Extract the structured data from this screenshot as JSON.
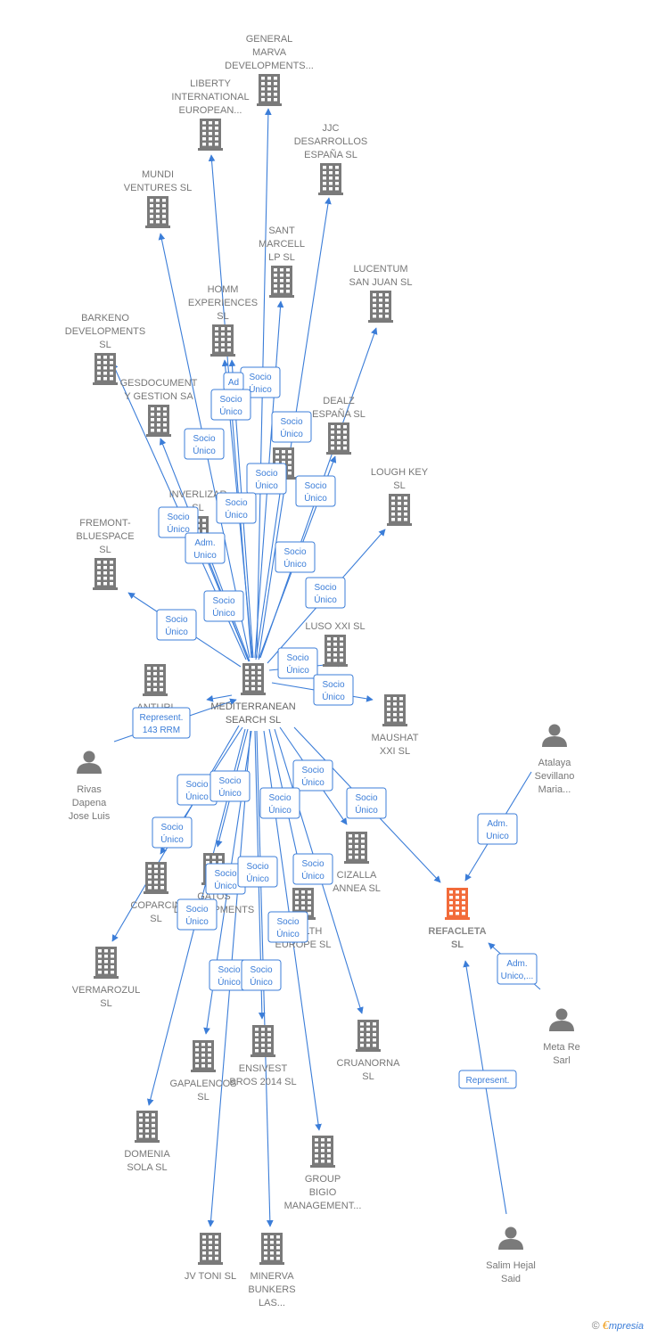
{
  "colors": {
    "edge": "#3b7dd8",
    "company": "#7a7a7a",
    "highlight": "#f26b3a",
    "person": "#7a7a7a"
  },
  "nodes": [
    {
      "id": "mediterranean",
      "label": [
        "MEDITERRANEAN",
        "SEARCH SL"
      ],
      "type": "company"
    },
    {
      "id": "general_marva",
      "label": [
        "GENERAL",
        "MARVA",
        "DEVELOPMENTS..."
      ],
      "type": "company"
    },
    {
      "id": "liberty",
      "label": [
        "LIBERTY",
        "INTERNATIONAL",
        "EUROPEAN..."
      ],
      "type": "company"
    },
    {
      "id": "jjc",
      "label": [
        "JJC",
        "DESARROLLOS",
        "ESPAÑA  SL"
      ],
      "type": "company"
    },
    {
      "id": "mundi",
      "label": [
        "MUNDI",
        "VENTURES  SL"
      ],
      "type": "company"
    },
    {
      "id": "sant_marcell",
      "label": [
        "SANT",
        "MARCELL",
        "LP  SL"
      ],
      "type": "company"
    },
    {
      "id": "lucentum",
      "label": [
        "LUCENTUM",
        "SAN JUAN  SL"
      ],
      "type": "company"
    },
    {
      "id": "homm",
      "label": [
        "HOMM",
        "EXPERIENCES",
        "SL"
      ],
      "type": "company"
    },
    {
      "id": "barkeno",
      "label": [
        "BARKENO",
        "DEVELOPMENTS",
        "SL"
      ],
      "type": "company"
    },
    {
      "id": "gesdocument",
      "label": [
        "GESDOCUMENT",
        "Y GESTION SA"
      ],
      "type": "company"
    },
    {
      "id": "dealz",
      "label": [
        "DEALZ",
        "ESPAÑA  SL"
      ],
      "type": "company"
    },
    {
      "id": "jive",
      "label": [
        "JIVE",
        "XI"
      ],
      "type": "company"
    },
    {
      "id": "lough_key",
      "label": [
        "LOUGH KEY",
        "SL"
      ],
      "type": "company"
    },
    {
      "id": "inverlizar",
      "label": [
        "INVERLIZAR",
        "SL"
      ],
      "type": "company"
    },
    {
      "id": "fremont",
      "label": [
        "FREMONT-",
        "BLUESPACE",
        "SL"
      ],
      "type": "company"
    },
    {
      "id": "luso",
      "label": [
        "LUSO XXI  SL"
      ],
      "type": "company"
    },
    {
      "id": "anturi",
      "label": [
        "ANTURI"
      ],
      "type": "company"
    },
    {
      "id": "maushat",
      "label": [
        "MAUSHAT",
        "XXI  SL"
      ],
      "type": "company"
    },
    {
      "id": "rivas",
      "label": [
        "Rivas",
        "Dapena",
        "Jose Luis"
      ],
      "type": "person"
    },
    {
      "id": "atalaya",
      "label": [
        "Atalaya",
        "Sevillano",
        "Maria..."
      ],
      "type": "person"
    },
    {
      "id": "refacleta",
      "label": [
        "REFACLETA",
        "SL"
      ],
      "type": "target"
    },
    {
      "id": "meta_re",
      "label": [
        "Meta Re",
        "Sarl"
      ],
      "type": "person"
    },
    {
      "id": "cizalla",
      "label": [
        "CIZALLA",
        "ANNEA  SL"
      ],
      "type": "company"
    },
    {
      "id": "coparcin",
      "label": [
        "COPARCIN",
        "SL"
      ],
      "type": "company"
    },
    {
      "id": "gatos",
      "label": [
        "GATOS",
        "DEVELOPMENTS"
      ],
      "type": "company"
    },
    {
      "id": "health",
      "label": [
        "HEALTH",
        "EUROPE  SL"
      ],
      "type": "company"
    },
    {
      "id": "vermarozul",
      "label": [
        "VERMAROZUL",
        "SL"
      ],
      "type": "company"
    },
    {
      "id": "cruanorna",
      "label": [
        "CRUANORNA",
        "SL"
      ],
      "type": "company"
    },
    {
      "id": "gapalencos",
      "label": [
        "GAPALENCOS",
        "SL"
      ],
      "type": "company"
    },
    {
      "id": "ensivest",
      "label": [
        "ENSIVEST",
        "BROS 2014  SL"
      ],
      "type": "company"
    },
    {
      "id": "domenia",
      "label": [
        "DOMENIA",
        "SOLA SL"
      ],
      "type": "company"
    },
    {
      "id": "group_bigio",
      "label": [
        "GROUP",
        "BIGIO",
        "MANAGEMENT..."
      ],
      "type": "company"
    },
    {
      "id": "jv_toni",
      "label": [
        "JV TONI  SL"
      ],
      "type": "company"
    },
    {
      "id": "minerva",
      "label": [
        "MINERVA",
        "BUNKERS",
        "LAS..."
      ],
      "type": "company"
    },
    {
      "id": "salim",
      "label": [
        "Salim Hejal",
        "Said"
      ],
      "type": "person"
    }
  ],
  "edges": [
    {
      "from": "mediterranean",
      "to": "general_marva",
      "label": [
        "Socio",
        "Único"
      ]
    },
    {
      "from": "mediterranean",
      "to": "liberty",
      "label": [
        "Socio",
        "Único"
      ]
    },
    {
      "from": "mediterranean",
      "to": "jjc",
      "label": [
        "Socio",
        "Único"
      ]
    },
    {
      "from": "mediterranean",
      "to": "mundi",
      "label": [
        "Socio",
        "Único"
      ]
    },
    {
      "from": "mediterranean",
      "to": "sant_marcell",
      "label": [
        "Socio",
        "Único"
      ]
    },
    {
      "from": "mediterranean",
      "to": "lucentum",
      "label": [
        "Socio",
        "Único"
      ]
    },
    {
      "from": "mediterranean",
      "to": "homm",
      "label": [
        "Ad"
      ]
    },
    {
      "from": "mediterranean",
      "to": "homm",
      "label": [
        "Socio",
        "Único"
      ]
    },
    {
      "from": "mediterranean",
      "to": "barkeno",
      "label": [
        "Socio",
        "Único"
      ]
    },
    {
      "from": "mediterranean",
      "to": "gesdocument",
      "label": [
        "Socio",
        "Único"
      ]
    },
    {
      "from": "mediterranean",
      "to": "dealz",
      "label": [
        "Socio",
        "Único"
      ]
    },
    {
      "from": "mediterranean",
      "to": "jive",
      "label": [
        "Socio",
        "Único"
      ]
    },
    {
      "from": "mediterranean",
      "to": "lough_key",
      "label": [
        "Socio",
        "Único"
      ]
    },
    {
      "from": "mediterranean",
      "to": "inverlizar",
      "label": [
        "Adm.",
        "Unico"
      ]
    },
    {
      "from": "mediterranean",
      "to": "inverlizar",
      "label": [
        "Socio",
        "Único"
      ]
    },
    {
      "from": "mediterranean",
      "to": "fremont",
      "label": [
        "Socio",
        "Único"
      ]
    },
    {
      "from": "mediterranean",
      "to": "luso",
      "label": [
        "Socio",
        "Único"
      ]
    },
    {
      "from": "mediterranean",
      "to": "anturi",
      "label": [
        "Socio",
        "Único"
      ]
    },
    {
      "from": "mediterranean",
      "to": "maushat",
      "label": [
        "Socio",
        "Único"
      ]
    },
    {
      "from": "rivas",
      "to": "mediterranean",
      "label": [
        "Represent.",
        "143 RRM"
      ]
    },
    {
      "from": "mediterranean",
      "to": "refacleta",
      "label": [
        "Socio",
        "Único"
      ]
    },
    {
      "from": "atalaya",
      "to": "refacleta",
      "label": [
        "Adm.",
        "Unico"
      ]
    },
    {
      "from": "meta_re",
      "to": "refacleta",
      "label": [
        "Adm.",
        "Unico,..."
      ]
    },
    {
      "from": "salim",
      "to": "refacleta",
      "label": [
        "Represent."
      ]
    },
    {
      "from": "mediterranean",
      "to": "cizalla",
      "label": [
        "Socio",
        "Único"
      ]
    },
    {
      "from": "mediterranean",
      "to": "coparcin",
      "label": [
        "Socio",
        "Único"
      ]
    },
    {
      "from": "mediterranean",
      "to": "gatos",
      "label": [
        "Socio",
        "Único"
      ]
    },
    {
      "from": "mediterranean",
      "to": "health",
      "label": [
        "Socio",
        "Único"
      ]
    },
    {
      "from": "mediterranean",
      "to": "vermarozul",
      "label": [
        "Socio",
        "Único"
      ]
    },
    {
      "from": "mediterranean",
      "to": "cruanorna",
      "label": [
        "Socio",
        "Único"
      ]
    },
    {
      "from": "mediterranean",
      "to": "gapalencos",
      "label": [
        "Socio",
        "Único"
      ]
    },
    {
      "from": "mediterranean",
      "to": "ensivest",
      "label": [
        "Socio",
        "Único"
      ]
    },
    {
      "from": "mediterranean",
      "to": "domenia",
      "label": [
        "Socio",
        "Único"
      ]
    },
    {
      "from": "mediterranean",
      "to": "group_bigio",
      "label": [
        "Socio",
        "Único"
      ]
    },
    {
      "from": "mediterranean",
      "to": "jv_toni",
      "label": [
        "Socio",
        "Único"
      ]
    },
    {
      "from": "mediterranean",
      "to": "minerva",
      "label": [
        "Socio",
        "Único"
      ]
    }
  ],
  "footer": {
    "copyright": "©",
    "brand_initial": "€",
    "brand_rest": "mpresia"
  }
}
